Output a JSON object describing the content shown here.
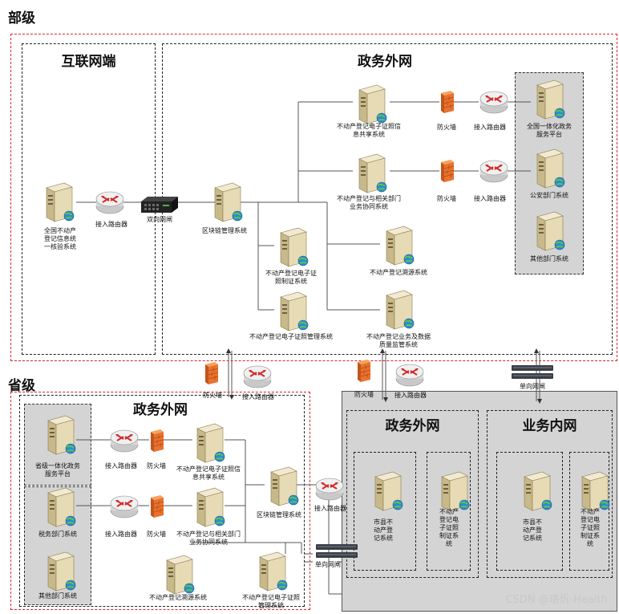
{
  "regions": {
    "ministry": {
      "label": "部级"
    },
    "province": {
      "label": "省级"
    }
  },
  "zones": {
    "internet": {
      "title": "互联网端"
    },
    "gov_extranet_ministry": {
      "title": "政务外网"
    },
    "gov_extranet_province": {
      "title": "政务外网"
    },
    "city_gov_extranet": {
      "title": "政务外网"
    },
    "city_intranet": {
      "title": "业务内网"
    }
  },
  "nodes": {
    "national_verify": {
      "label": "全国不动产\n登记信息统\n一核验系统"
    },
    "router_internet": {
      "label": "接入路由器"
    },
    "two_way_gateway": {
      "label": "双向网闸"
    },
    "blockchain_ministry": {
      "label": "区块链管理系统"
    },
    "cert_info_share_ministry": {
      "label": "不动产登记电子证照信\n息共享系统"
    },
    "firewall_m1": {
      "label": "防火墙"
    },
    "router_m1": {
      "label": "接入路由器"
    },
    "national_gov_platform": {
      "label": "全国一体化政务\n服务平台"
    },
    "coop_ministry": {
      "label": "不动产登记与相关部门\n业务协同系统"
    },
    "firewall_m2": {
      "label": "防火墙"
    },
    "router_m2": {
      "label": "接入路由器"
    },
    "public_security": {
      "label": "公安部门系统"
    },
    "other_dept_ministry": {
      "label": "其他部门系统"
    },
    "cert_issue_ministry": {
      "label": "不动产登记电子证\n照制证系统"
    },
    "trace_ministry": {
      "label": "不动产登记溯源系统"
    },
    "cert_mgmt_ministry": {
      "label": "不动产登记电子证照管理系统"
    },
    "quality_ministry": {
      "label": "不动产登记业务及数据\n质量监管系统"
    },
    "firewall_link_left": {
      "label": "防火墙"
    },
    "router_link_left": {
      "label": "接入路由器"
    },
    "firewall_link_right": {
      "label": "防火墙"
    },
    "router_link_right": {
      "label": "接入路由器"
    },
    "one_way_gateway_top": {
      "label": "单向网闸"
    },
    "provincial_gov_platform": {
      "label": "省级一体化政务\n服务平台"
    },
    "router_p1": {
      "label": "接入路由器"
    },
    "firewall_p1": {
      "label": "防火墙"
    },
    "cert_info_share_province": {
      "label": "不动产登记电子证照信\n息共享系统"
    },
    "tax_dept": {
      "label": "税务部门系统"
    },
    "router_p2": {
      "label": "接入路由器"
    },
    "firewall_p2": {
      "label": "防火墙"
    },
    "coop_province": {
      "label": "不动产登记与相关部门\n业务协同系统"
    },
    "other_dept_province": {
      "label": "其他部门系统"
    },
    "blockchain_province": {
      "label": "区块链管理系统"
    },
    "router_p3": {
      "label": "接入路由器"
    },
    "trace_province": {
      "label": "不动产登记溯源系统"
    },
    "cert_mgmt_province": {
      "label": "不动产登记电子证照\n管理系统"
    },
    "one_way_gateway_bottom": {
      "label": "单向网闸"
    },
    "city_register_ext": {
      "label": "市县不\n动产登\n记系统"
    },
    "city_cert_ext": {
      "label": "不动产\n登记电\n子证照\n制证系\n统"
    },
    "city_register_int": {
      "label": "市县不\n动产登\n记系统"
    },
    "city_cert_int": {
      "label": "不动产\n登记电\n子证照\n制证系\n统"
    }
  },
  "watermark": "CSDN @珞炘-Health"
}
